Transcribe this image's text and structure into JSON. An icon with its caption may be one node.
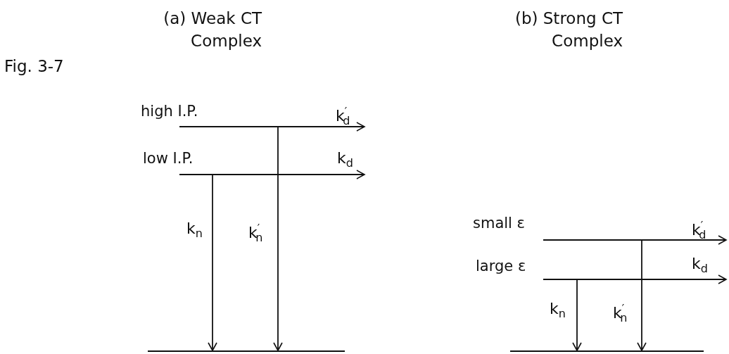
{
  "diagram": {
    "nodes": [
      {
        "text": [
          "high I.P."
        ]
      },
      {
        "text": [
          "low I.P."
        ]
      },
      {
        "text": [],
        "shape": "bar"
      },
      {
        "text": [
          "small ε"
        ]
      },
      {
        "text": [
          "large ε"
        ]
      },
      {
        "text": [],
        "shape": "bar"
      }
    ],
    "edges": [
      {
        "from": 0,
        "to": null,
        "arrow": "to",
        "label": "k$^{′}$$_{d}$"
      },
      {
        "from": 1,
        "to": null,
        "arrow": "to",
        "label": "k$_{d}$"
      },
      {
        "from": 1,
        "to": 2,
        "arrow": "to",
        "label": "k$_{n}$"
      },
      {
        "from": 0,
        "to": 2,
        "arrow": "to",
        "label": "k$^{′}$$_{n}$"
      },
      {
        "from": 3,
        "to": null,
        "arrow": "to",
        "label": "k$^{′}$$_{d}$"
      },
      {
        "from": 4,
        "to": null,
        "arrow": "to",
        "label": "k$_{d}$"
      },
      {
        "from": 4,
        "to": 5,
        "arrow": "to",
        "label": "k$_{n}$"
      },
      {
        "from": 3,
        "to": 5,
        "arrow": "to",
        "label": "k$^{′}$$_{n}$"
      }
    ],
    "labels": [
      "(a) Weak CT Complex",
      "Fig. 3-7",
      "(b) Strong CT Complex"
    ]
  }
}
